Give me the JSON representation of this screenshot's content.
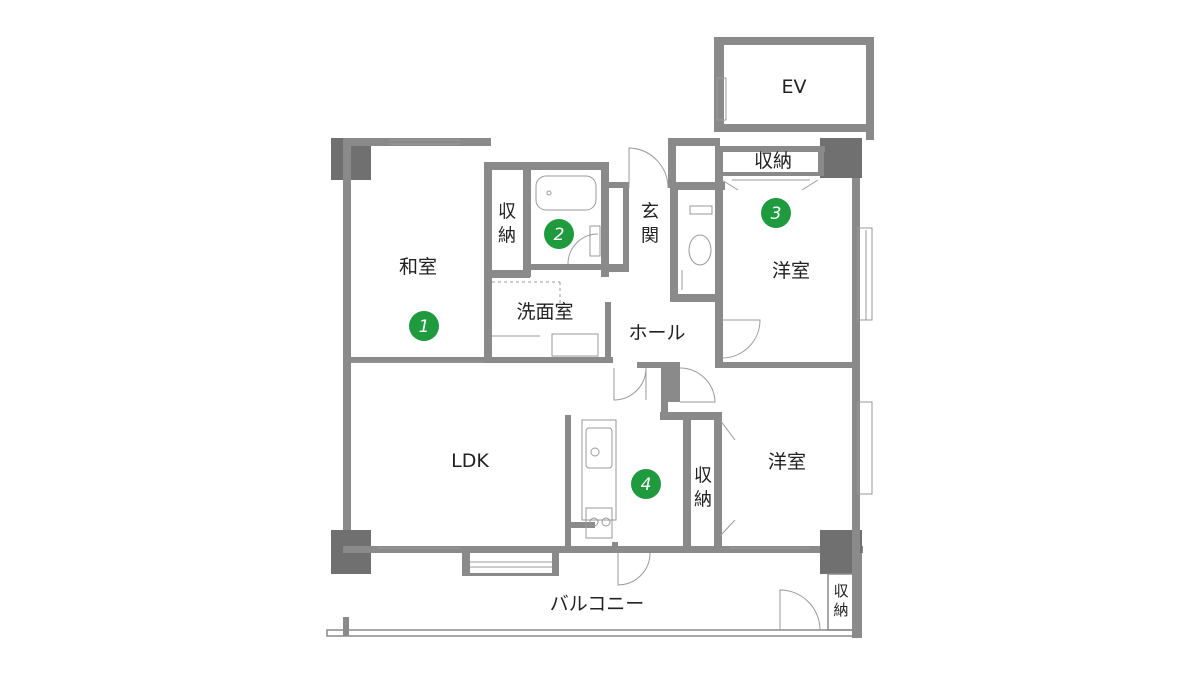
{
  "rooms": {
    "ev": "EV",
    "storage_top_right": "収納",
    "storage_left": "収納",
    "genkan": "玄関",
    "washroom": "洗面室",
    "washitsu": "和室",
    "hall": "ホール",
    "yoshitsu_top": "洋室",
    "ldk": "LDK",
    "storage_middle": "収納",
    "yoshitsu_bottom": "洋室",
    "balcony": "バルコニー",
    "storage_balcony": "収納"
  },
  "markers": [
    "1",
    "2",
    "3",
    "4"
  ],
  "colors": {
    "wall": "#8a8a8a",
    "marker": "#1f9a3f"
  }
}
